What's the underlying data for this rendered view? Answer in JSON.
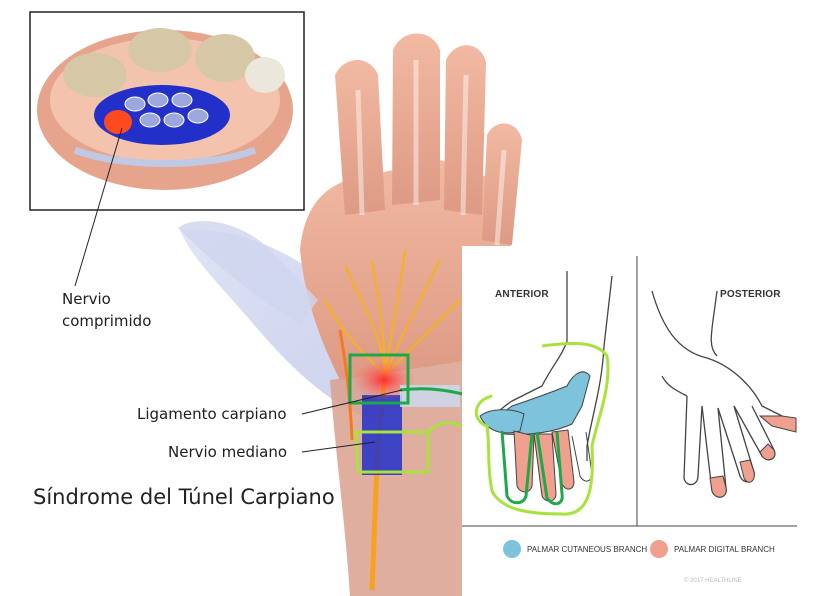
{
  "labels": {
    "nervio_comprimido_line1": "Nervio",
    "nervio_comprimido_line2": "comprimido",
    "ligamento_carpiano": "Ligamento carpiano",
    "nervio_mediano": "Nervio mediano",
    "title": "Síndrome del Túnel Carpiano"
  },
  "inset_panel": {
    "anterior": "ANTERIOR",
    "posterior": "POSTERIOR",
    "legend": [
      {
        "label": "PALMAR CUTANEOUS BRANCH",
        "color": "#7ec3dc"
      },
      {
        "label": "PALMAR DIGITAL BRANCH",
        "color": "#f0a08e"
      }
    ],
    "copyright": "© 2017 HEALTHLINE"
  },
  "colors": {
    "skin": "#e5a38d",
    "nerve": "#f4b31c",
    "compression": "#e8383a",
    "tunnel_blue": "#2230c9",
    "highlight_green": "#1fa84a",
    "highlight_lime": "#a7e33c"
  }
}
